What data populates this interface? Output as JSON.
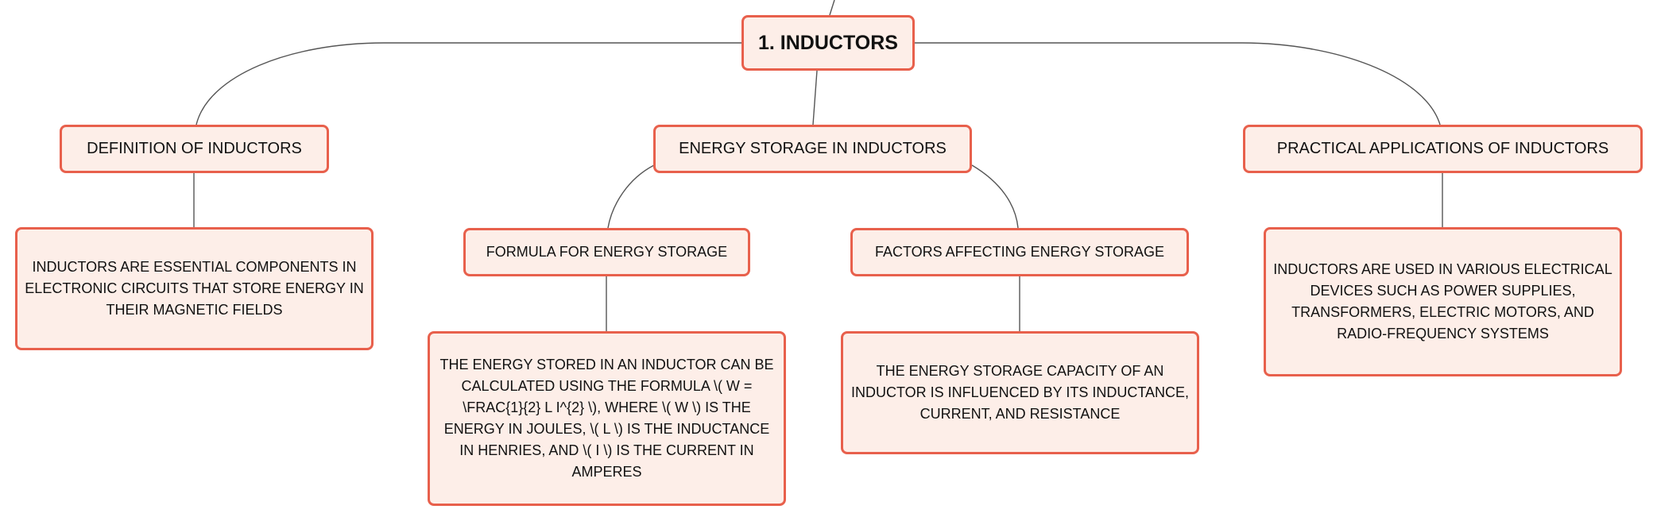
{
  "mindmap": {
    "root": {
      "label": "1. INDUCTORS"
    },
    "branches": [
      {
        "label": "DEFINITION OF INDUCTORS",
        "description": "INDUCTORS ARE ESSENTIAL COMPONENTS IN ELECTRONIC CIRCUITS THAT STORE ENERGY IN THEIR MAGNETIC FIELDS"
      },
      {
        "label": "ENERGY STORAGE IN INDUCTORS",
        "children": [
          {
            "label": "FORMULA FOR ENERGY STORAGE",
            "description": "THE ENERGY STORED IN AN INDUCTOR CAN BE CALCULATED USING THE FORMULA \\( W = \\FRAC{1}{2} L I^{2} \\), WHERE \\( W \\) IS THE ENERGY IN JOULES, \\( L \\) IS THE INDUCTANCE IN HENRIES, AND \\( I \\) IS THE CURRENT IN AMPERES"
          },
          {
            "label": "FACTORS AFFECTING ENERGY STORAGE",
            "description": "THE ENERGY STORAGE CAPACITY OF AN INDUCTOR IS INFLUENCED BY ITS INDUCTANCE, CURRENT, AND RESISTANCE"
          }
        ]
      },
      {
        "label": "PRACTICAL APPLICATIONS OF INDUCTORS",
        "description": "INDUCTORS ARE USED IN VARIOUS ELECTRICAL DEVICES SUCH AS POWER SUPPLIES, TRANSFORMERS, ELECTRIC MOTORS, AND RADIO-FREQUENCY SYSTEMS"
      }
    ]
  },
  "colors": {
    "node_fill": "#fdeee8",
    "node_border": "#e8604c",
    "connector": "#555555",
    "text": "#111111"
  }
}
